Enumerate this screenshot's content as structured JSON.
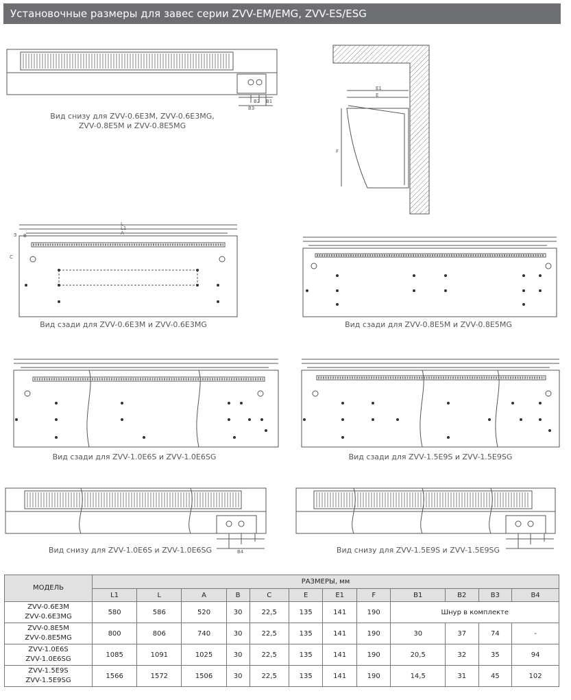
{
  "header": {
    "title": "Установочные размеры для завес серии ZVV-EM/EMG, ZVV-ES/ESG"
  },
  "captions": {
    "bottom_small_line1": "Вид снизу для ZVV-0.6E3M, ZVV-0.6E3MG,",
    "bottom_small_line2": "ZVV-0.8E5M и ZVV-0.8E5MG",
    "back_06": "Вид сзади для ZVV-0.6E3M и ZVV-0.6E3MG",
    "back_08": "Вид сзади для ZVV-0.8E5M и ZVV-0.8E5MG",
    "back_10": "Вид сзади для ZVV-1.0E6S и ZVV-1.0E6SG",
    "back_15": "Вид сзади для ZVV-1.5E9S и ZVV-1.5E9SG",
    "bottom_10": "Вид снизу для ZVV-1.0E6S и ZVV-1.0E6SG",
    "bottom_15": "Вид снизу для ZVV-1.5E9S и ZVV-1.5E9SG"
  },
  "drawing_labels": {
    "L": "L",
    "L1": "L1",
    "A": "A",
    "B": "B",
    "C": "C",
    "three": "3",
    "E": "E",
    "E1": "E1",
    "F": "F",
    "B1": "B1",
    "B2": "B2",
    "B3": "B3",
    "B4": "B4"
  },
  "table": {
    "model_header": "МОДЕЛЬ",
    "dims_header": "РАЗМЕРЫ, мм",
    "columns": [
      "L1",
      "L",
      "A",
      "B",
      "C",
      "E",
      "E1",
      "F",
      "B1",
      "B2",
      "B3",
      "B4"
    ],
    "rows": [
      {
        "model1": "ZVV-0.6E3M",
        "model2": "ZVV-0.6E3MG",
        "L1": "580",
        "L": "586",
        "A": "520",
        "B": "30",
        "C": "22,5",
        "E": "135",
        "E1": "141",
        "F": "190",
        "merged": "Шнур в комплекте"
      },
      {
        "model1": "ZVV-0.8E5M",
        "model2": "ZVV-0.8E5MG",
        "L1": "800",
        "L": "806",
        "A": "740",
        "B": "30",
        "C": "22,5",
        "E": "135",
        "E1": "141",
        "F": "190",
        "B1": "30",
        "B2": "37",
        "B3": "74",
        "B4": "-"
      },
      {
        "model1": "ZVV-1.0E6S",
        "model2": "ZVV-1.0E6SG",
        "L1": "1085",
        "L": "1091",
        "A": "1025",
        "B": "30",
        "C": "22,5",
        "E": "135",
        "E1": "141",
        "F": "190",
        "B1": "20,5",
        "B2": "32",
        "B3": "35",
        "B4": "94"
      },
      {
        "model1": "ZVV-1.5E9S",
        "model2": "ZVV-1.5E9SG",
        "L1": "1566",
        "L": "1572",
        "A": "1506",
        "B": "30",
        "C": "22,5",
        "E": "135",
        "E1": "141",
        "F": "190",
        "B1": "14,5",
        "B2": "31",
        "B3": "45",
        "B4": "102"
      }
    ]
  }
}
